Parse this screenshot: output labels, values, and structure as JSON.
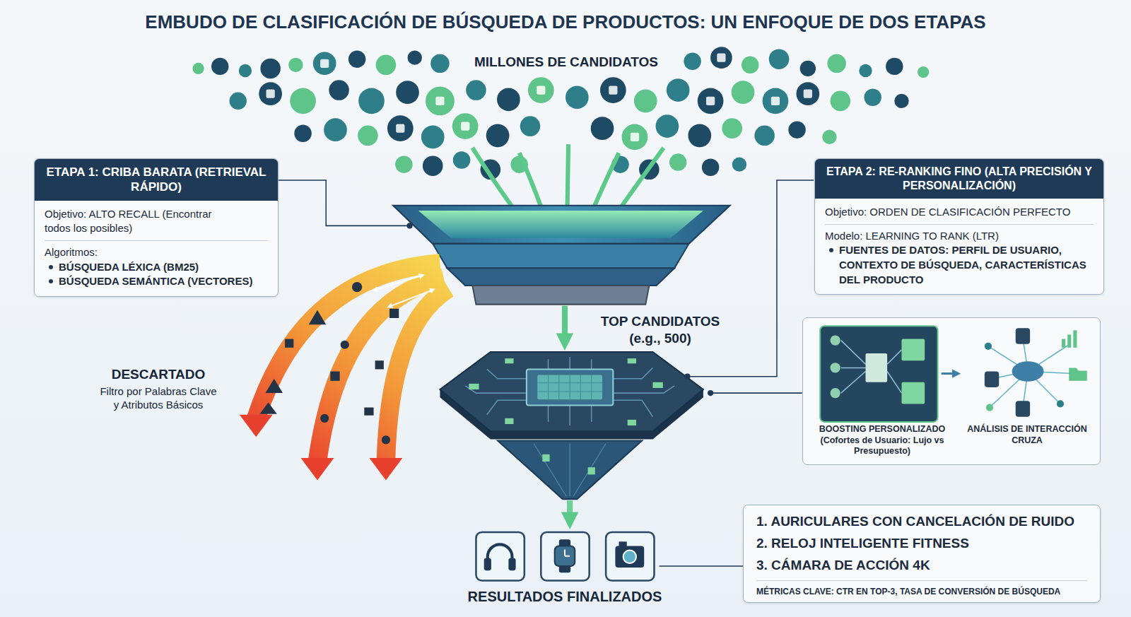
{
  "diagram": {
    "title": "EMBUDO DE CLASIFICACIÓN DE BÚSQUEDA DE PRODUCTOS: UN ENFOQUE DE DOS ETAPAS",
    "nodes": [
      {
        "text": [
          "ETAPA 1: CRIBA BARATA (RETRIEVAL RÁPIDO)",
          "Objetivo: ALTO RECALL (Encontrar todos los posibles)",
          "Algoritmos:",
          "BÚSQUEDA LÉXICA (BM25)",
          "BÚSQUEDA SEMÁNTICA (VECTORES)"
        ]
      },
      {
        "text": [
          "ETAPA 2: RE-RANKING FINO (ALTA PRECISIÓN Y PERSONALIZACIÓN)",
          "Objetivo: ORDEN DE CLASIFICACIÓN PERFECTO",
          "Modelo: LEARNING TO RANK (LTR)",
          "FUENTES DE DATOS: PERFIL DE USUARIO, CONTEXTO DE BÚSQUEDA, CARACTERÍSTICAS DEL PRODUCTO"
        ]
      },
      {
        "text": [
          "BOOSTING PERSONALIZADO (Cofortes de Usuario: Lujo vs Presupuesto)",
          "ANÁLISIS DE INTERACCIÓN CRUZA"
        ]
      },
      {
        "text": [
          "1. AURICULARES CON CANCELACIÓN DE RUIDO",
          "2. RELOJ INTELIGENTE FITNESS",
          "3. CÁMARA DE ACCIÓN 4K",
          "MÉTRICAS CLAVE: CTR EN TOP-3, TASA DE CONVERSIÓN DE BÚSQUEDA"
        ]
      }
    ],
    "labels": [
      "MILLONES DE CANDIDATOS",
      "TOP CANDIDATOS (e.g., 500)",
      "DESCARTADO",
      "Filtro por Palabras Clave y Atributos Básicos",
      "RESULTADOS FINALIZADOS"
    ]
  }
}
